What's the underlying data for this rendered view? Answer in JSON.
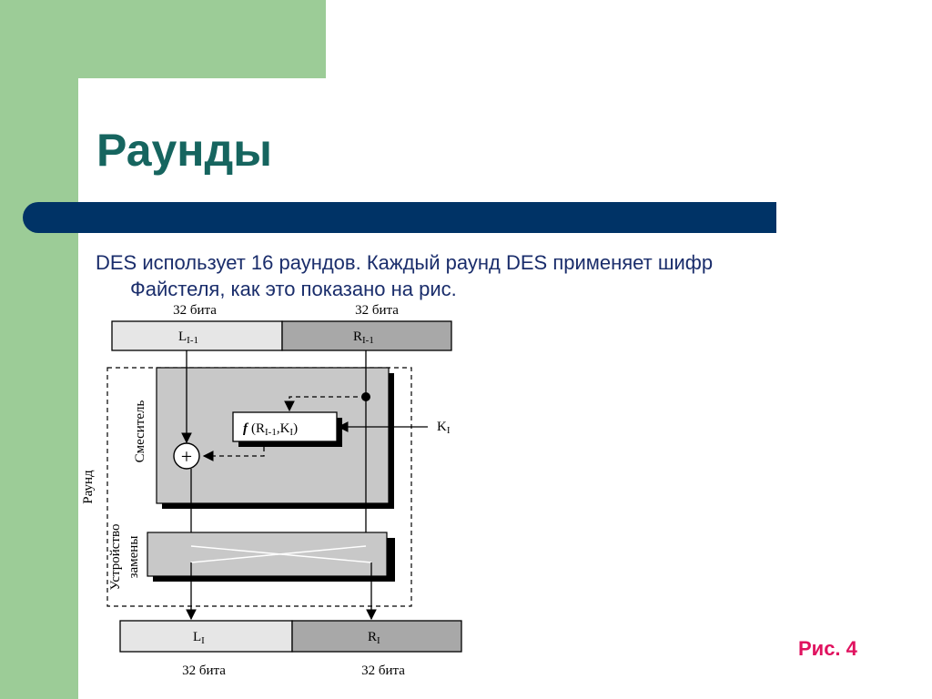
{
  "slide": {
    "title": "Раунды",
    "body_line1": "DES использует 16 раундов. Каждый раунд DES применяет шифр",
    "body_line2": "Файстеля, как это показано на рис.",
    "caption": "Рис. 4"
  },
  "diagram": {
    "top_left_width_label": "32 бита",
    "top_right_width_label": "32 бита",
    "bottom_left_width_label": "32 бита",
    "bottom_right_width_label": "32 бита",
    "input_left_label": "L",
    "input_left_sub": "I-1",
    "input_right_label": "R",
    "input_right_sub": "I-1",
    "output_left_label": "L",
    "output_left_sub": "I",
    "output_right_label": "R",
    "output_right_sub": "I",
    "function_label_f": "f",
    "function_label_rest": "(R",
    "function_label_sub1": "I-1",
    "function_label_mid": ",K",
    "function_label_sub2": "I",
    "function_label_end": ")",
    "key_label": "K",
    "key_sub": "I",
    "xor_symbol": "+",
    "round_label": "Раунд",
    "mixer_label": "Смеситель",
    "swapper_label_1": "Устройство",
    "swapper_label_2": "замены",
    "colors": {
      "left_half_fill": "#e6e6e6",
      "right_half_fill": "#a8a8a8",
      "block_fill": "#c8c8c8",
      "shadow": "#000000"
    }
  }
}
